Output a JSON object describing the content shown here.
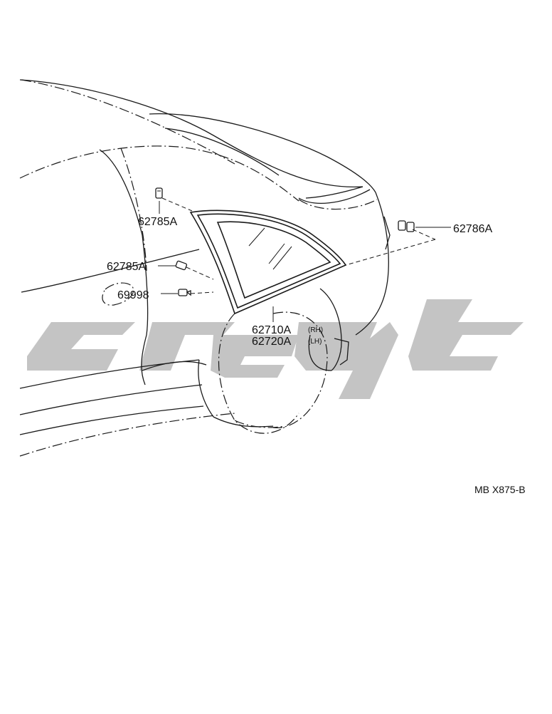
{
  "diagram": {
    "reference_code": "MB X875-B",
    "parts": [
      {
        "id": "clip-upper",
        "number": "62785A"
      },
      {
        "id": "clip-lower",
        "number": "62785A"
      },
      {
        "id": "clip-rear",
        "number": "62786A"
      },
      {
        "id": "grommet",
        "number": "69998"
      },
      {
        "id": "quarter-window-rh",
        "number": "62710A",
        "side": "(RH)"
      },
      {
        "id": "quarter-window-lh",
        "number": "62720A",
        "side": "(LH)"
      }
    ],
    "colors": {
      "line": "#1a1a1a",
      "watermark": "#c4c4c4",
      "background": "#ffffff"
    }
  }
}
